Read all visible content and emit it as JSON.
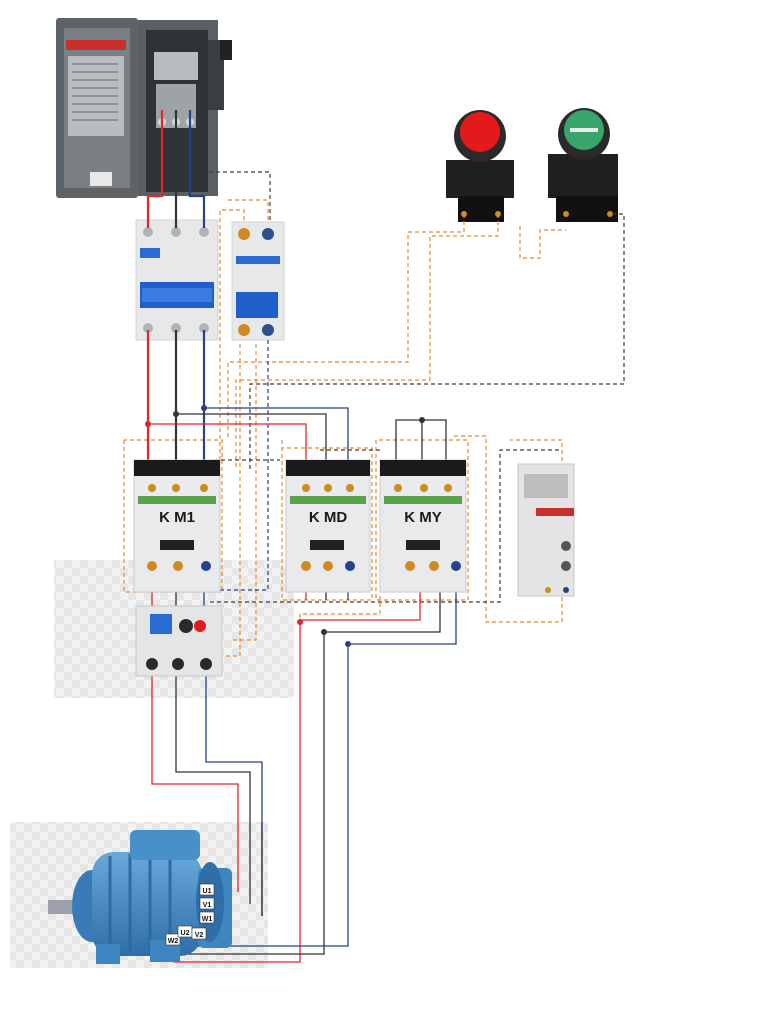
{
  "contactors": {
    "km1": {
      "label": "K M1"
    },
    "kmd": {
      "label": "K MD"
    },
    "kmy": {
      "label": "K MY"
    }
  },
  "motor_terminals": {
    "u1": "U1",
    "v1": "V1",
    "w1": "W1",
    "u2": "U2",
    "v2": "V2",
    "w2": "W2"
  },
  "colors": {
    "red_wire": "#e0252b",
    "black_wire": "#333333",
    "blue_wire": "#27408b",
    "control_wire": "#e8892a",
    "aux_wire": "#4a3a2a",
    "motor_blue": "#4a90c8",
    "device_grey": "#e6e6e6"
  },
  "icons": [
    "disconnect-switch",
    "breaker-3p",
    "breaker-2p",
    "stop-button",
    "start-button",
    "contactor",
    "overload-relay",
    "timer-relay",
    "motor"
  ]
}
